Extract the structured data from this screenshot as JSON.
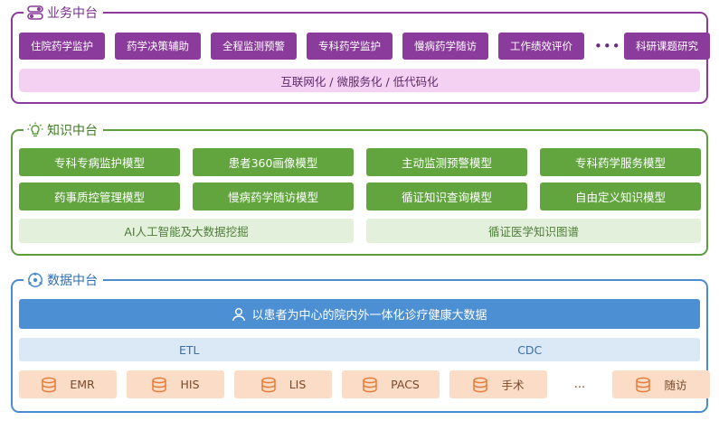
{
  "business": {
    "title": "业务中台",
    "items": [
      "住院药学监护",
      "药学决策辅助",
      "全程监测预警",
      "专科药学监护",
      "慢病药学随访",
      "工作绩效评价"
    ],
    "ellipsis": "•••",
    "last_item": "科研课题研究",
    "band": "互联网化 / 微服务化 / 低代码化",
    "color": "#8a3b9c"
  },
  "knowledge": {
    "title": "知识中台",
    "items": [
      "专科专病监护模型",
      "患者360画像模型",
      "主动监测预警模型",
      "专科药学服务模型",
      "药事质控管理模型",
      "慢病药学随访模型",
      "循证知识查询模型",
      "自由定义知识模型"
    ],
    "bands": [
      "AI人工智能及大数据挖掘",
      "循证医学知识图谱"
    ],
    "color": "#62a53f"
  },
  "data": {
    "title": "数据中台",
    "main": "以患者为中心的院内外一体化诊疗健康大数据",
    "band": [
      "ETL",
      "CDC"
    ],
    "sources": [
      "EMR",
      "HIS",
      "LIS",
      "PACS",
      "手术"
    ],
    "ellipsis": "...",
    "last_source": "随访",
    "color": "#4c8fd3",
    "source_color": "#fbdcc6"
  },
  "icons": {
    "business": "toggle-icon",
    "knowledge": "lightbulb-icon",
    "data": "network-icon",
    "main": "user-icon",
    "source": "database-icon"
  }
}
